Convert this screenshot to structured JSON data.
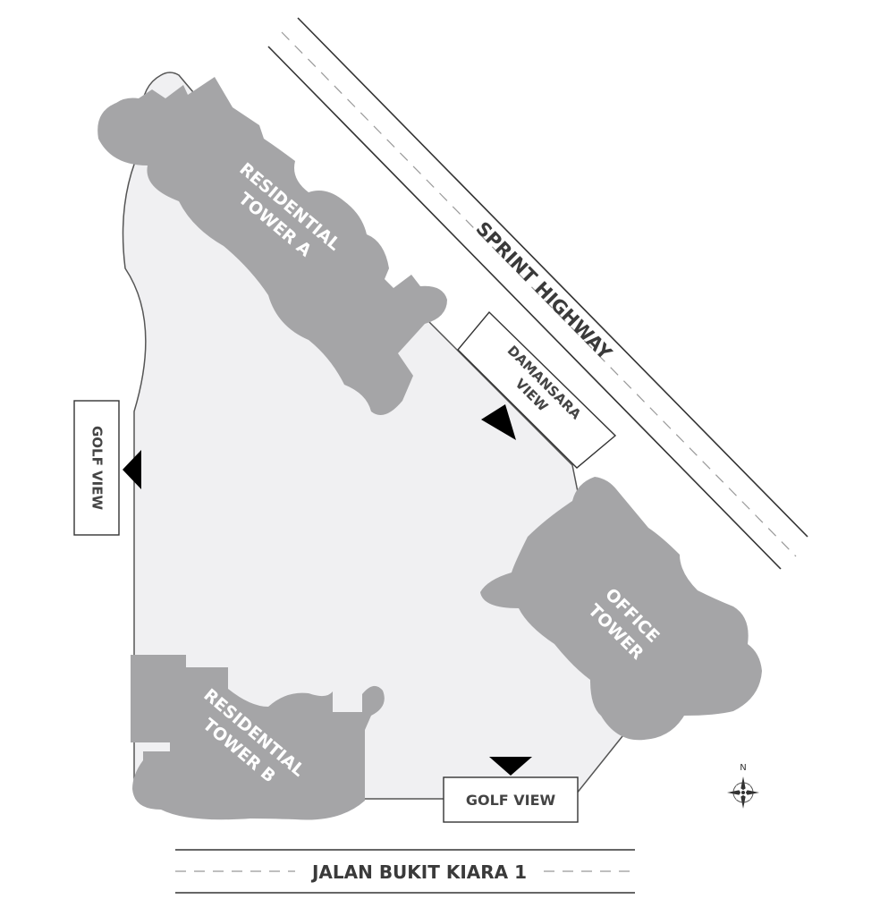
{
  "roads": {
    "sprint_highway": "SPRINT HIGHWAY",
    "jalan_bukit_kiara": "JALAN BUKIT KIARA 1"
  },
  "buildings": {
    "residential_tower_a": [
      "RESIDENTIAL",
      "TOWER A"
    ],
    "residential_tower_b": [
      "RESIDENTIAL",
      "TOWER B"
    ],
    "office_tower": [
      "OFFICE",
      "TOWER"
    ]
  },
  "views": {
    "golf_view_west": "GOLF VIEW",
    "golf_view_south": "GOLF VIEW",
    "damansara_view": [
      "DAMANSARA",
      "VIEW"
    ]
  },
  "compass": {
    "north": "N"
  },
  "colors": {
    "site": "#f0f0f2",
    "building": "#a5a5a7",
    "outline": "#555555",
    "road_line": "#333333",
    "arrow": "#000000"
  }
}
